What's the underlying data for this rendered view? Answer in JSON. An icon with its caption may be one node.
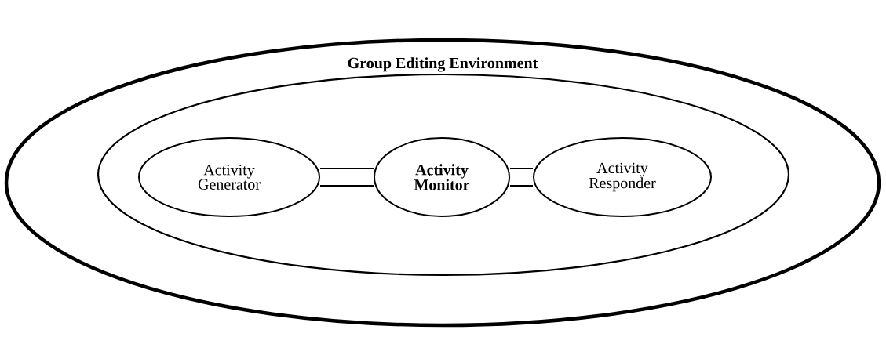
{
  "diagram": {
    "nodes": [
      {
        "text": [
          "**Group Editing Environment**"
        ]
      },
      {
        "text": [],
        "shape": "ellipse",
        "in": 0
      },
      {
        "text": [
          "Activity Generator"
        ],
        "in": 1
      },
      {
        "text": [
          "**Activity Monitor**"
        ],
        "in": 1
      },
      {
        "text": [
          "Activity Responder"
        ],
        "in": 1
      }
    ],
    "edges": [
      {
        "from": 2,
        "to": 3,
        "arrow": "none"
      },
      {
        "from": 3,
        "to": 4,
        "arrow": "none"
      }
    ]
  }
}
